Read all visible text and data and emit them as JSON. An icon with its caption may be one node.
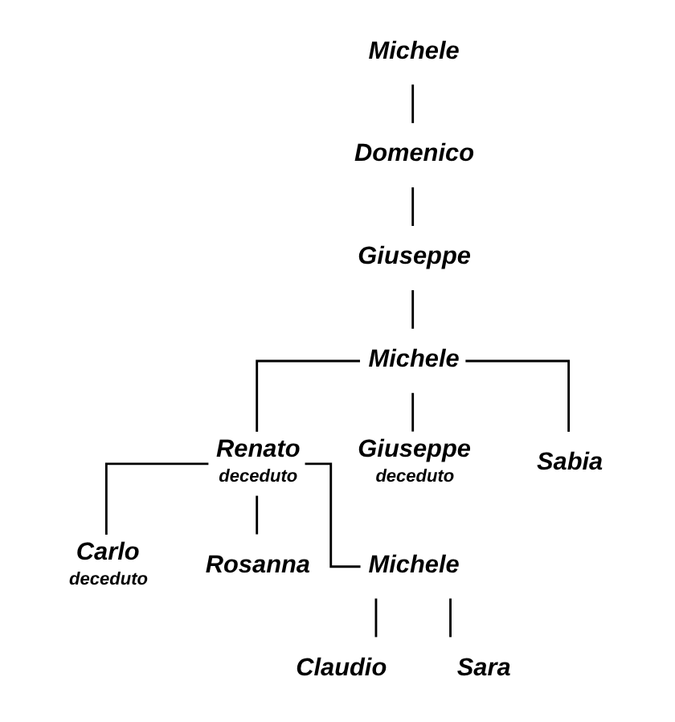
{
  "diagram": {
    "nodes": [
      {
        "text": [
          "Michele"
        ]
      },
      {
        "text": [
          "Domenico"
        ]
      },
      {
        "text": [
          "Giuseppe"
        ]
      },
      {
        "text": [
          "Michele"
        ]
      },
      {
        "text": [
          "Renato",
          "deceduto"
        ]
      },
      {
        "text": [
          "Giuseppe",
          "deceduto"
        ]
      },
      {
        "text": [
          "Sabia"
        ]
      },
      {
        "text": [
          "Carlo",
          "deceduto"
        ]
      },
      {
        "text": [
          "Rosanna"
        ]
      },
      {
        "text": [
          "Michele"
        ]
      },
      {
        "text": [
          "Claudio"
        ]
      },
      {
        "text": [
          "Sara"
        ]
      }
    ],
    "edges": [
      {
        "from": 0,
        "to": 1,
        "arrow": "none"
      },
      {
        "from": 1,
        "to": 2,
        "arrow": "none"
      },
      {
        "from": 2,
        "to": 3,
        "arrow": "none"
      },
      {
        "from": 3,
        "to": 4,
        "arrow": "none"
      },
      {
        "from": 3,
        "to": 5,
        "arrow": "none"
      },
      {
        "from": 3,
        "to": 6,
        "arrow": "none"
      },
      {
        "from": 4,
        "to": 7,
        "arrow": "none"
      },
      {
        "from": 4,
        "to": 8,
        "arrow": "none"
      },
      {
        "from": 4,
        "to": 9,
        "arrow": "none"
      },
      {
        "from": 9,
        "to": 10,
        "arrow": "none"
      },
      {
        "from": 9,
        "to": 11,
        "arrow": "none"
      }
    ]
  }
}
